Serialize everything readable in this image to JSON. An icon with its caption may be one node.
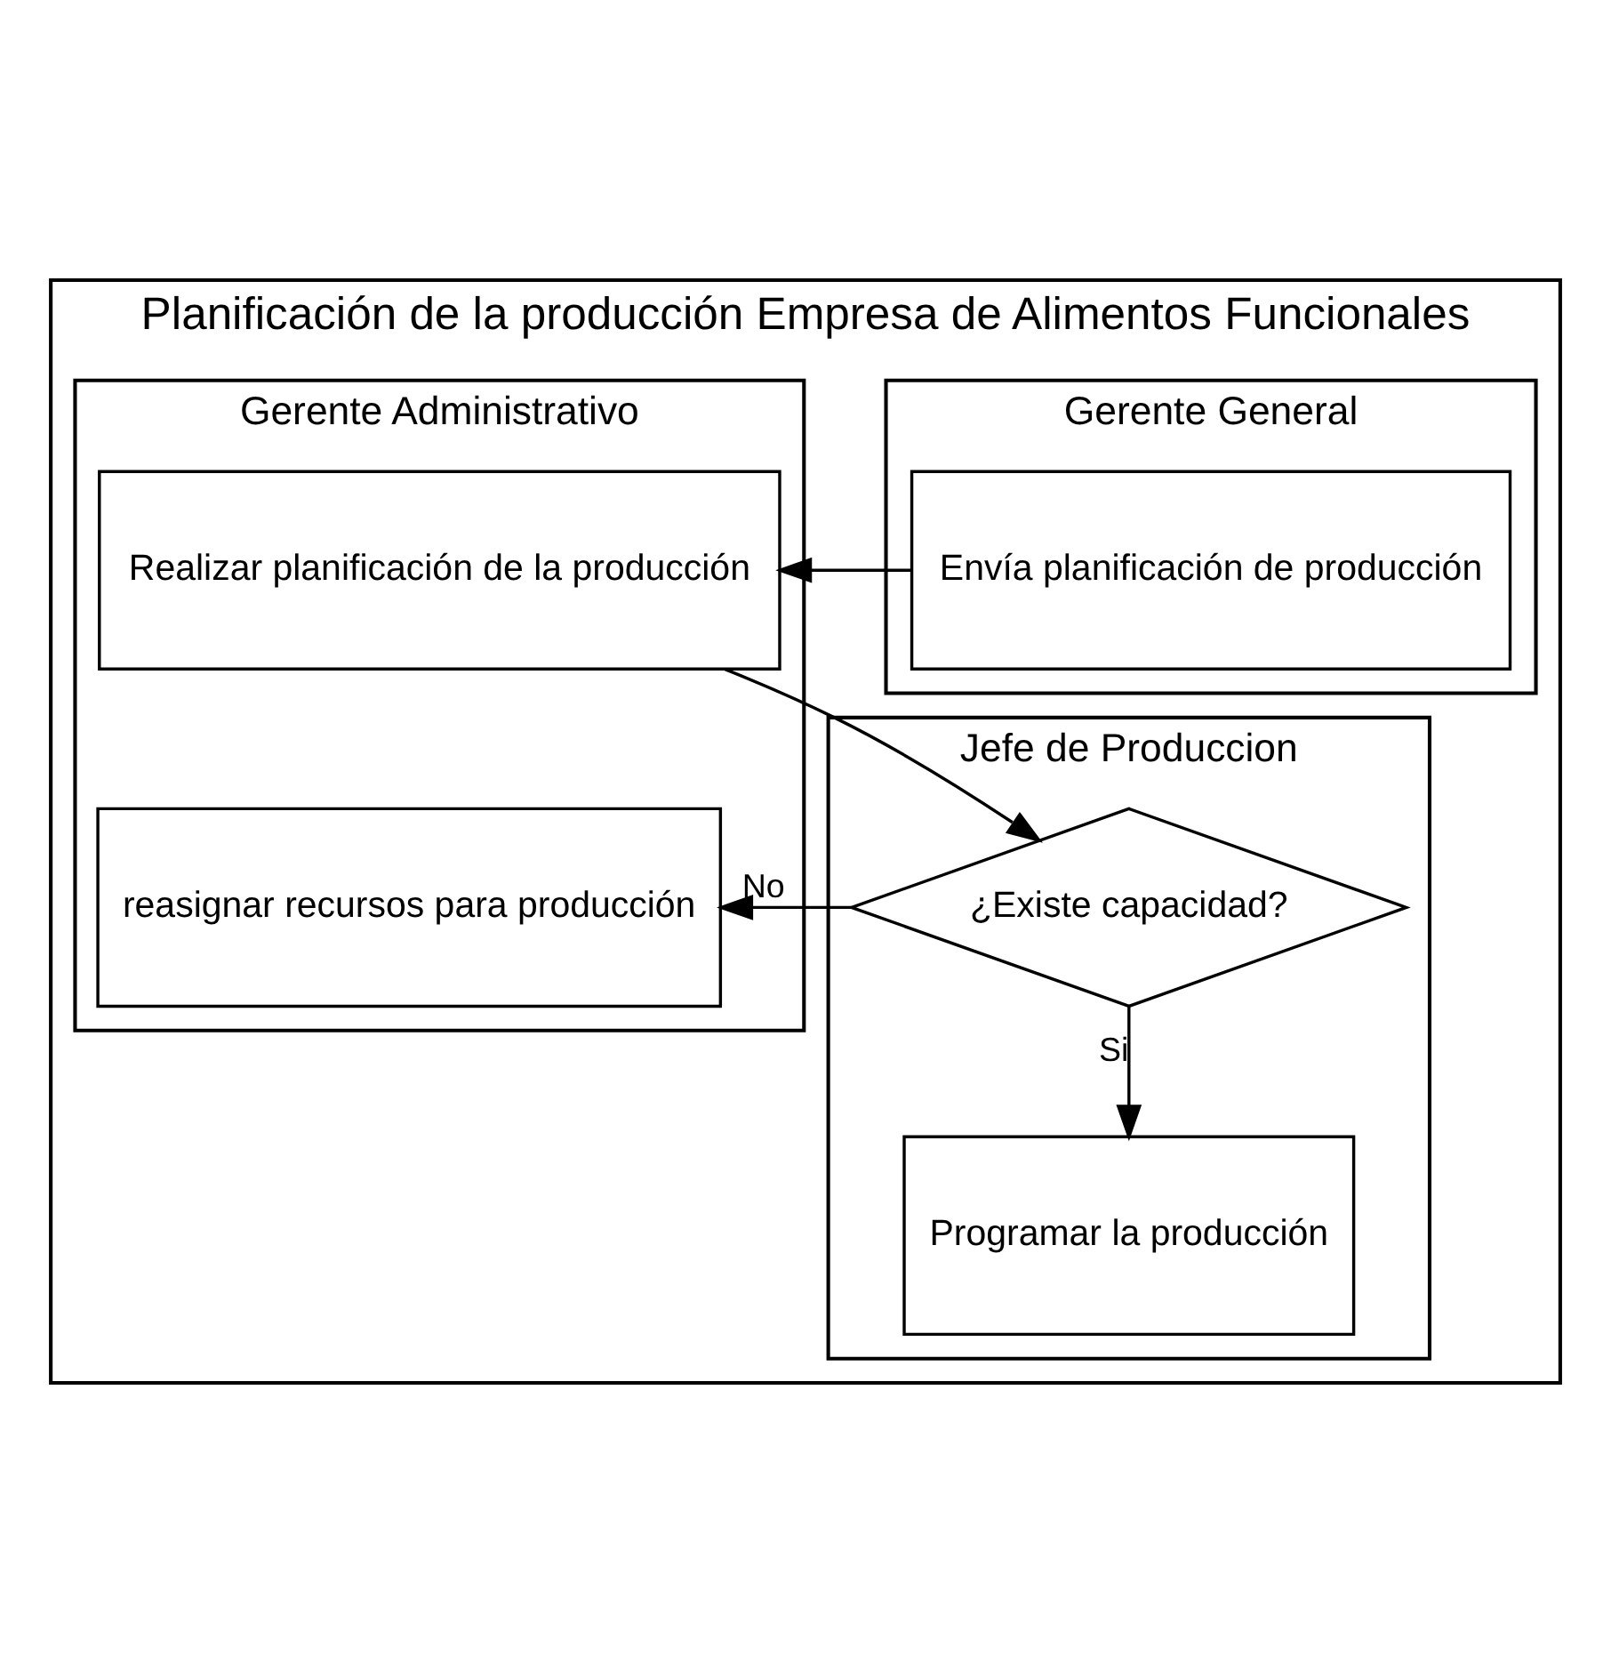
{
  "diagram": {
    "nodes": [
      {
        "text": [
          "Planificación de la producción Empresa de Alimentos Funcionales"
        ]
      },
      {
        "text": [
          "Gerente General"
        ],
        "in": 0
      },
      {
        "text": [
          "Gerente Administrativo"
        ],
        "in": 0
      },
      {
        "text": [
          "Jefe de Produccion"
        ],
        "in": 0
      },
      {
        "text": [
          "Envía planificación de producción"
        ],
        "in": 1
      },
      {
        "text": [
          "Realizar planificación de la producción"
        ],
        "in": 2
      },
      {
        "text": [
          "reasignar recursos para producción"
        ],
        "in": 2
      },
      {
        "text": [
          "¿Existe capacidad?"
        ],
        "in": 3
      },
      {
        "text": [
          "Programar la producción"
        ],
        "in": 3
      }
    ],
    "edges": [
      {
        "from": 4,
        "to": 5,
        "arrow": "to"
      },
      {
        "from": 5,
        "to": 7,
        "arrow": "to"
      },
      {
        "from": 7,
        "to": 6,
        "arrow": "to",
        "label": "No"
      },
      {
        "from": 7,
        "to": 8,
        "arrow": "to",
        "label": "Si"
      }
    ]
  }
}
